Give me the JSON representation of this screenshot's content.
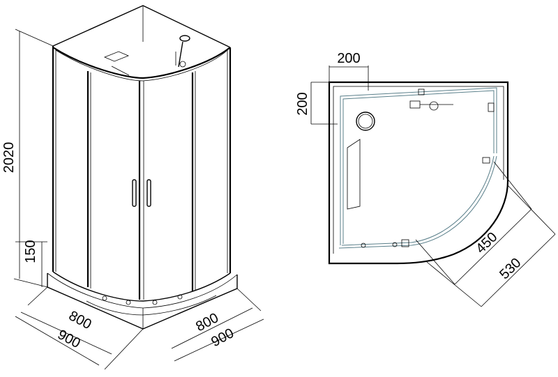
{
  "elevation_view": {
    "height_total": "2020",
    "tray_height": "150",
    "width_inner_left": "800",
    "width_outer_left": "900",
    "width_inner_right": "800",
    "width_outer_right": "900"
  },
  "plan_view": {
    "offset_horizontal": "200",
    "offset_vertical": "200",
    "radius_inner": "450",
    "radius_outer": "530"
  }
}
